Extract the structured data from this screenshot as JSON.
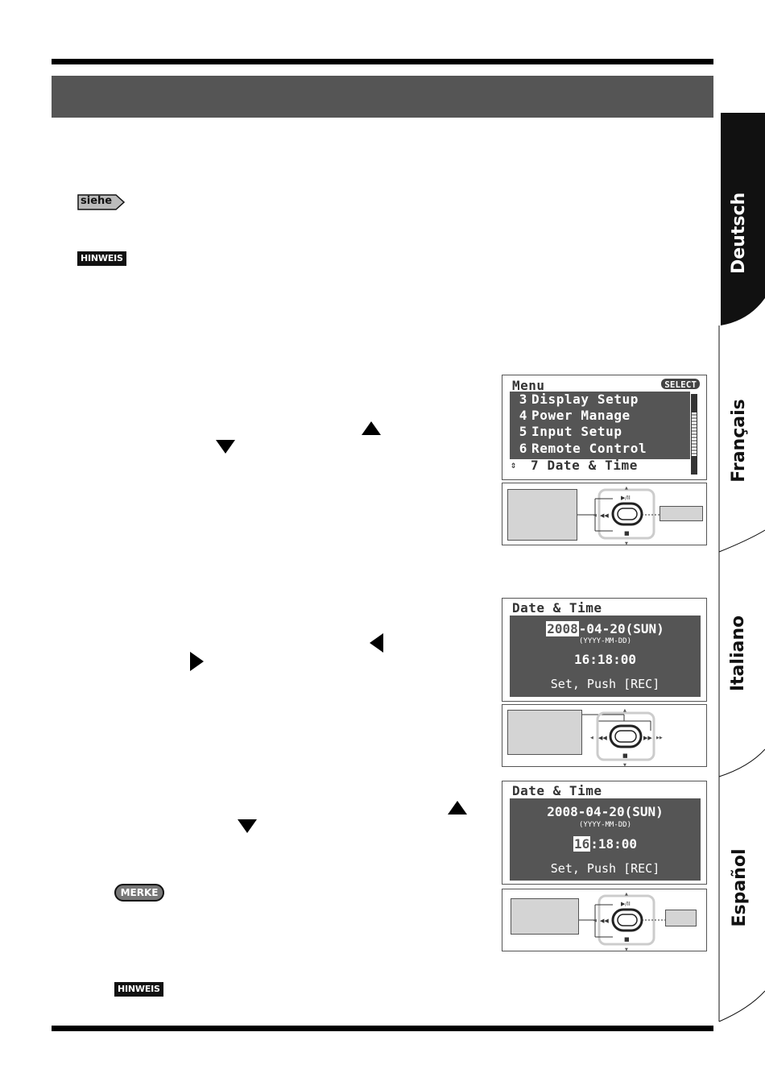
{
  "tags": {
    "siehe": "siehe",
    "hinweis_1": "HINWEIS",
    "merke": "MERKE",
    "hinweis_2": "HINWEIS"
  },
  "languages": [
    "Deutsch",
    "Français",
    "Italiano",
    "Español"
  ],
  "screen_menu": {
    "title": "Menu",
    "badge": "SELECT",
    "rows": [
      {
        "num": "3",
        "label": "Display Setup"
      },
      {
        "num": "4",
        "label": "Power Manage"
      },
      {
        "num": "5",
        "label": "Input Setup"
      },
      {
        "num": "6",
        "label": "Remote Control"
      }
    ],
    "selected_row": "7 Date & Time"
  },
  "screen_date_1": {
    "title": "Date & Time",
    "date_highlight": "2008",
    "date_rest": "-04-20(SUN)",
    "format": "(YYYY-MM-DD)",
    "time": "16:18:00",
    "footer": "Set, Push [REC]"
  },
  "screen_date_2": {
    "title": "Date & Time",
    "date": "2008-04-20(SUN)",
    "format": "(YYYY-MM-DD)",
    "time_highlight": "16",
    "time_rest": ":18:00",
    "footer": "Set, Push [REC]"
  }
}
